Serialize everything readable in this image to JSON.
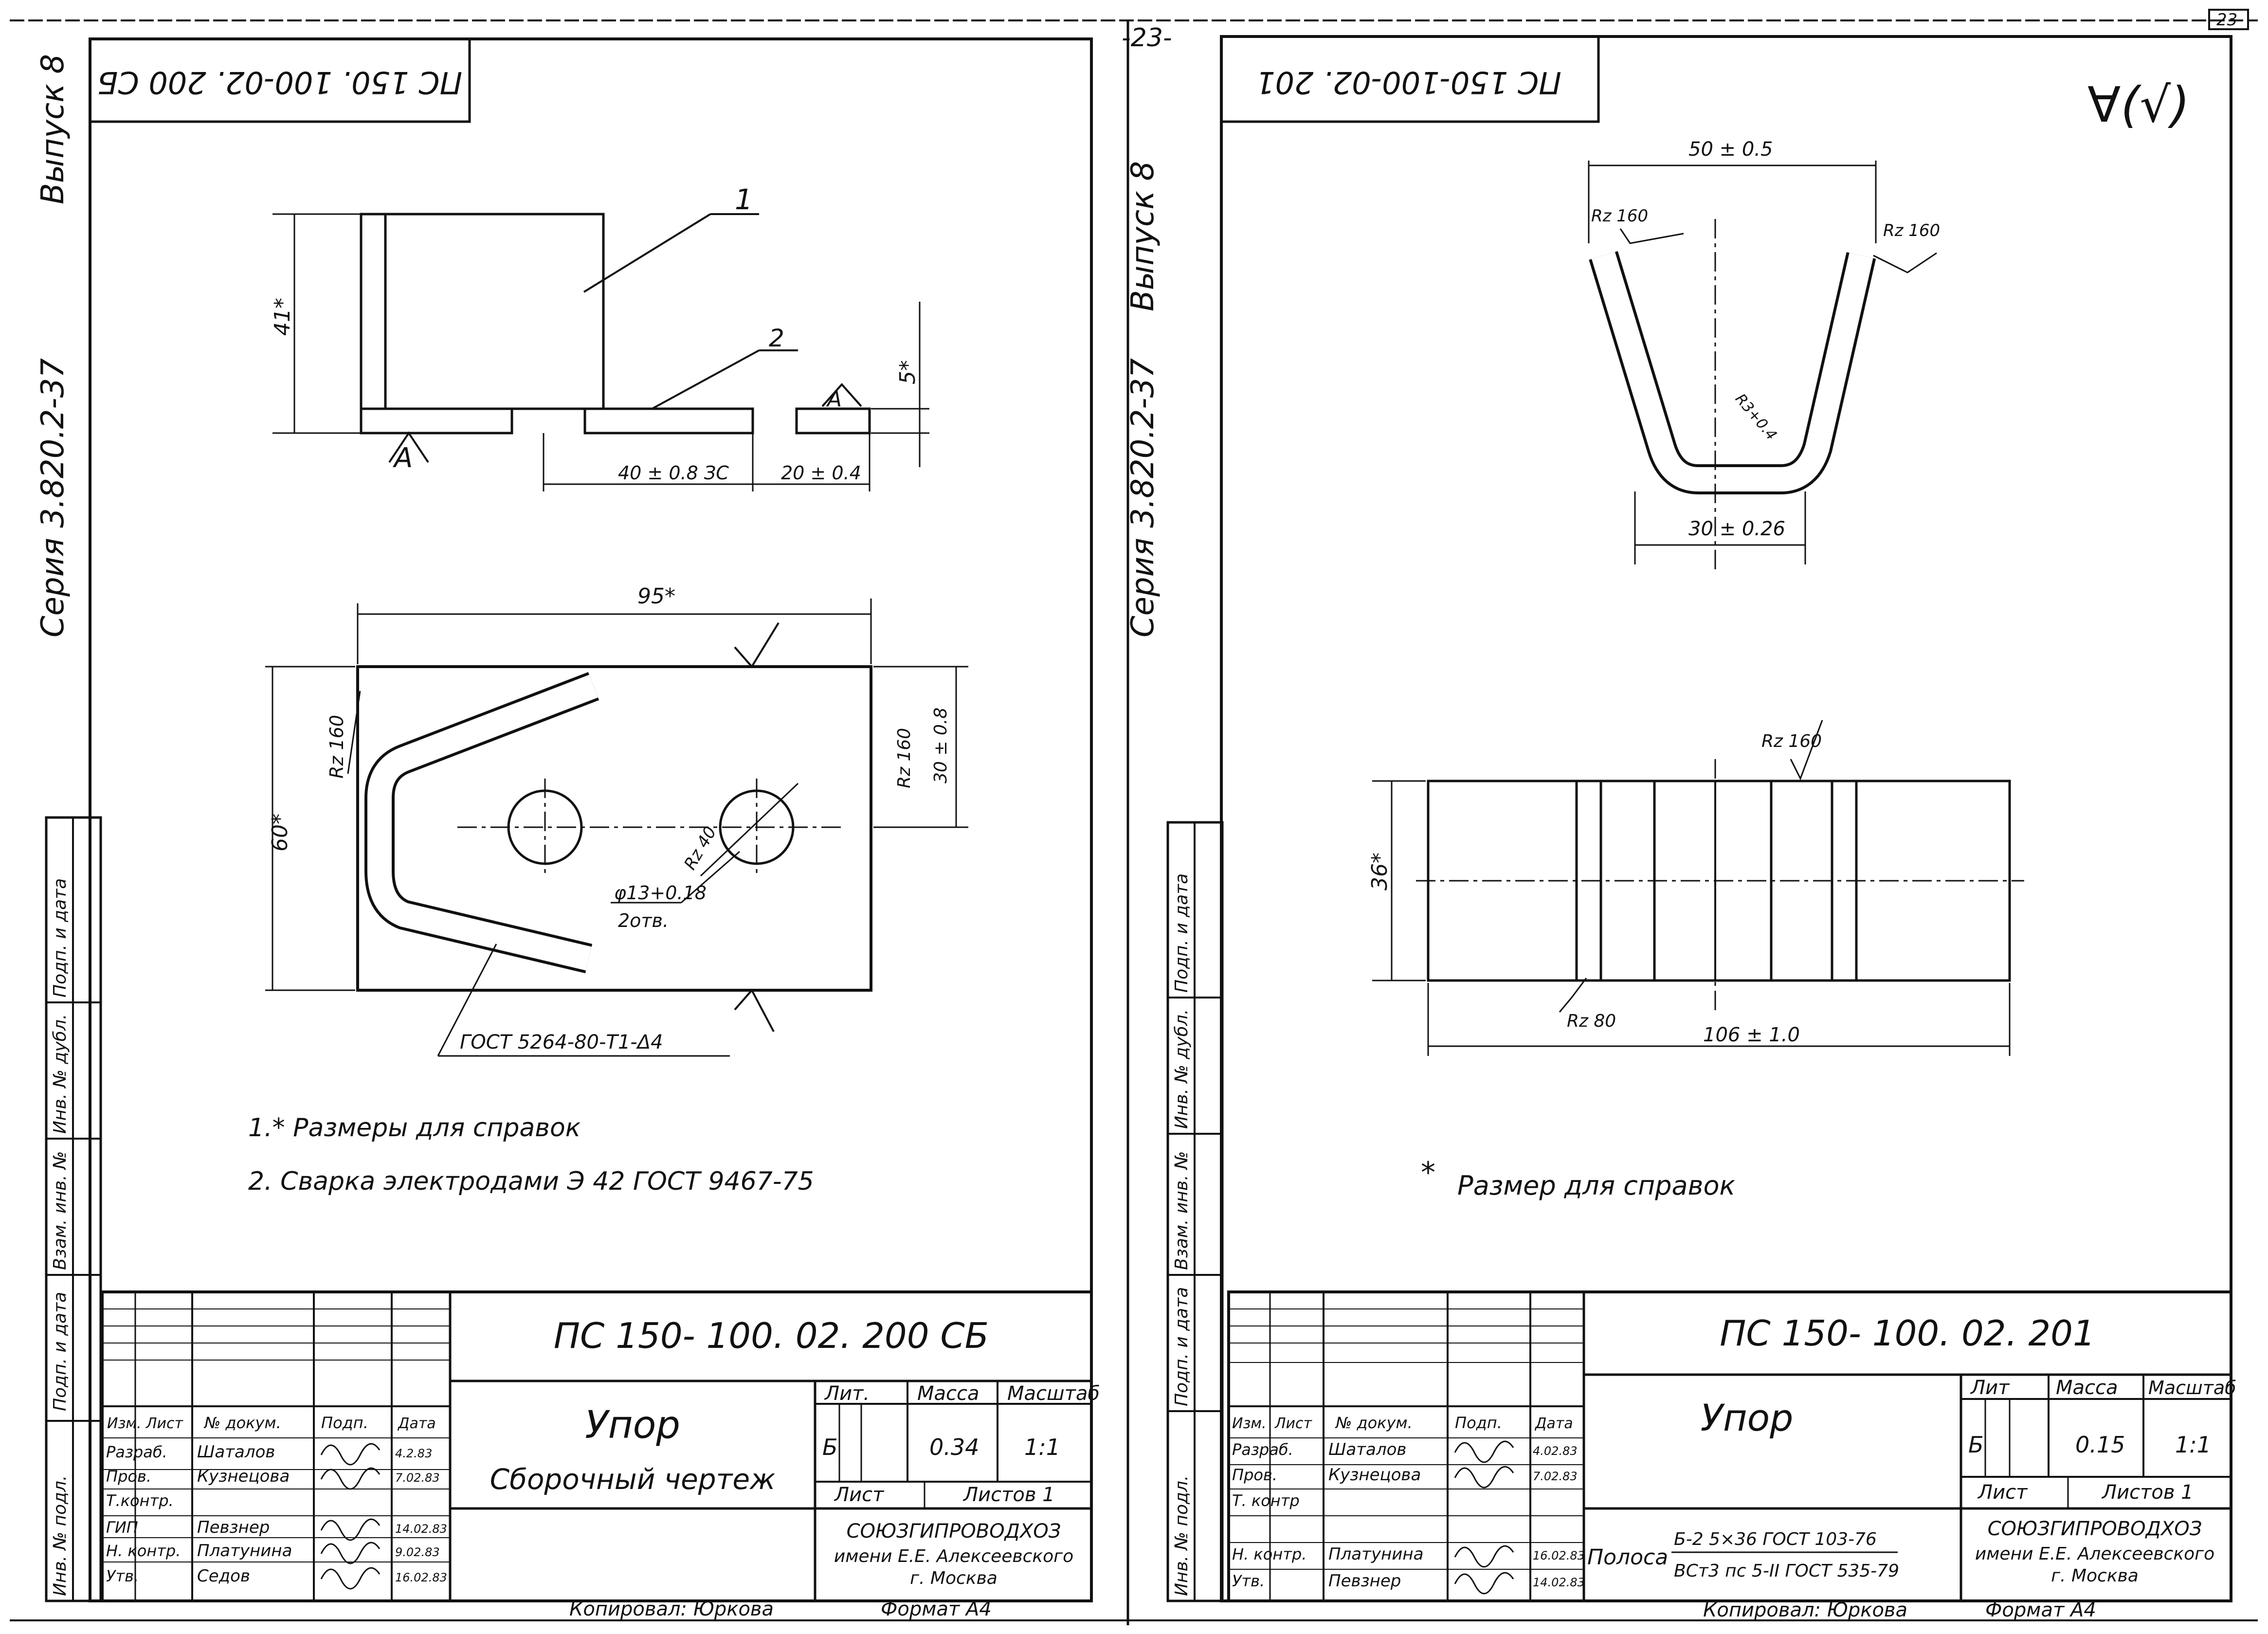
{
  "page_number_top": "-23-",
  "corner_number": "23",
  "colors": {
    "ink": "#111111",
    "paper": "#ffffff"
  },
  "left": {
    "side_series": "Серия 3.820.2-37",
    "side_issue": "Выпуск 8",
    "side_stamps": [
      "Инв. № подл.",
      "Подп. и дата",
      "Взам. инв. №",
      "Инв. № дубл.",
      "Подп. и дата"
    ],
    "top_code": "ПС 150. 100-02. 200 СБ",
    "pos1": "1",
    "pos2": "2",
    "mark_a1": "А",
    "mark_a2": "А",
    "dim_41": "41*",
    "dim_5": "5*",
    "dim_40": "40 ± 0.8 ЗС",
    "dim_20": "20 ± 0.4",
    "dim_95": "95*",
    "dim_60": "60*",
    "dim_30": "30 ± 0.8",
    "rz160_a": "Rz 160",
    "rz160_b": "Rz 160",
    "rz40": "Rz 40",
    "hole_dia": "φ13+0.18",
    "hole_count": "2отв.",
    "weld_note": "ГОСТ 5264-80-Т1-Δ4",
    "notes": [
      "1.* Размеры  для  справок",
      "2. Сварка  электродами   Э 42  ГОСТ 9467-75"
    ],
    "title_code": "ПС 150- 100. 02. 200 СБ",
    "name": "Упор",
    "doc_type": "Сборочный   чертеж",
    "lit_header": "Лит.",
    "mass_header": "Масса",
    "scale_header": "Масштаб",
    "lit": "Б",
    "mass": "0.34",
    "scale": "1:1",
    "sheet_label": "Лист",
    "sheets_label": "Листов 1",
    "org": [
      "СОЮЗГИПРОВОДХОЗ",
      "имени Е.Е. Алексеевского",
      "г. Москва"
    ],
    "head_cols": [
      "Изм.",
      "Лист",
      "№ докум.",
      "Подп.",
      "Дата"
    ],
    "rows": [
      {
        "role": "Разраб.",
        "name": "Шаталов",
        "date": "4.2.83"
      },
      {
        "role": "Пров.",
        "name": "Кузнецова",
        "date": "7.02.83"
      },
      {
        "role": "Т.контр.",
        "name": "",
        "date": ""
      },
      {
        "role": "ГИП",
        "name": "Певзнер",
        "date": "14.02.83"
      },
      {
        "role": "Н. контр.",
        "name": "Платунина",
        "date": "9.02.83"
      },
      {
        "role": "Утв.",
        "name": "Седов",
        "date": "16.02.83"
      }
    ],
    "copied_by": "Копировал: Юркова",
    "format": "Формат А4"
  },
  "right": {
    "side_series": "Серия 3.820.2-37",
    "side_issue": "Выпуск 8",
    "side_stamps": [
      "Инв. № подл.",
      "Подп. и дата",
      "Взам. инв. №",
      "Инв. № дубл.",
      "Подп. и дата"
    ],
    "top_code": "ПС 150-100-02. 201",
    "roughness": "∀(√)",
    "dim_50": "50 ± 0.5",
    "dim_30": "30 ± 0.26",
    "rz160_a": "Rz 160",
    "rz160_b": "Rz 160",
    "rz160_c": "Rz 160",
    "r_inner": "R3+0.4",
    "dim_36": "36*",
    "dim_106": "106 ± 1.0",
    "rz80": "Rz 80",
    "note": "Размер   для   справок",
    "note_star": "*",
    "title_code": "ПС 150- 100. 02. 201",
    "name": "Упор",
    "lit_header": "Лит",
    "mass_header": "Масса",
    "scale_header": "Масштаб",
    "lit": "Б",
    "mass": "0.15",
    "scale": "1:1",
    "sheet_label": "Лист",
    "sheets_label": "Листов 1",
    "material_label": "Полоса",
    "material_top": "Б-2  5×36 ГОСТ  103-76",
    "material_bottom": "ВСт3 пс 5-II ГОСТ 535-79",
    "org": [
      "СОЮЗГИПРОВОДХОЗ",
      "имени Е.Е. Алексеевского",
      "г. Москва"
    ],
    "head_cols": [
      "Изм.",
      "Лист",
      "№ докум.",
      "Подп.",
      "Дата"
    ],
    "rows": [
      {
        "role": "Разраб.",
        "name": "Шаталов",
        "date": "4.02.83"
      },
      {
        "role": "Пров.",
        "name": "Кузнецова",
        "date": "7.02.83"
      },
      {
        "role": "Т. контр",
        "name": "",
        "date": ""
      },
      {
        "role": "",
        "name": "",
        "date": ""
      },
      {
        "role": "Н. контр.",
        "name": "Платунина",
        "date": "16.02.83"
      },
      {
        "role": "Утв.",
        "name": "Певзнер",
        "date": "14.02.83"
      }
    ],
    "copied_by": "Копировал: Юркова",
    "format": "Формат А4"
  }
}
